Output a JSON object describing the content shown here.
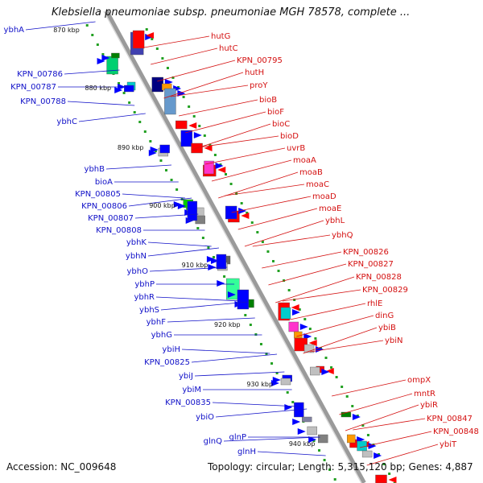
{
  "title": "Klebsiella pneumoniae subsp. pneumoniae MGH 78578, complete ...",
  "footer": {
    "accession": "Accession: NC_009648",
    "topology": "Topology: circular;",
    "length": "Length: 5,315,120 bp;",
    "genes": "Genes: 4,887"
  },
  "colors": {
    "backbone": "#9a9a9a",
    "forward_label": "#1010c8",
    "reverse_label": "#d41010",
    "tick": "#22a022"
  },
  "kbp_markers": [
    "870 kbp",
    "880 kbp",
    "890 kbp",
    "900 kbp",
    "910 kbp",
    "920 kbp",
    "930 kbp",
    "940 kbp"
  ],
  "left_labels": [
    "ybhA",
    "KPN_00786",
    "KPN_00787",
    "KPN_00788",
    "ybhC",
    "ybhB",
    "bioA",
    "KPN_00805",
    "KPN_00806",
    "KPN_00807",
    "KPN_00808",
    "ybhK",
    "ybhN",
    "ybhO",
    "ybhP",
    "ybhR",
    "ybhS",
    "ybhF",
    "ybhG",
    "ybiH",
    "KPN_00825",
    "ybiJ",
    "ybiM",
    "KPN_00835",
    "ybiO",
    "glnQ",
    "glnP",
    "glnH"
  ],
  "right_labels": [
    "hutG",
    "hutC",
    "KPN_00795",
    "hutH",
    "proY",
    "bioB",
    "bioF",
    "bioC",
    "bioD",
    "uvrB",
    "moaA",
    "moaB",
    "moaC",
    "moaD",
    "moaE",
    "ybhL",
    "ybhQ",
    "KPN_00826",
    "KPN_00827",
    "KPN_00828",
    "KPN_00829",
    "rhlE",
    "dinG",
    "ybiB",
    "ybiN",
    "ompX",
    "mntR",
    "ybiR",
    "KPN_00847",
    "KPN_00848",
    "ybiT"
  ]
}
